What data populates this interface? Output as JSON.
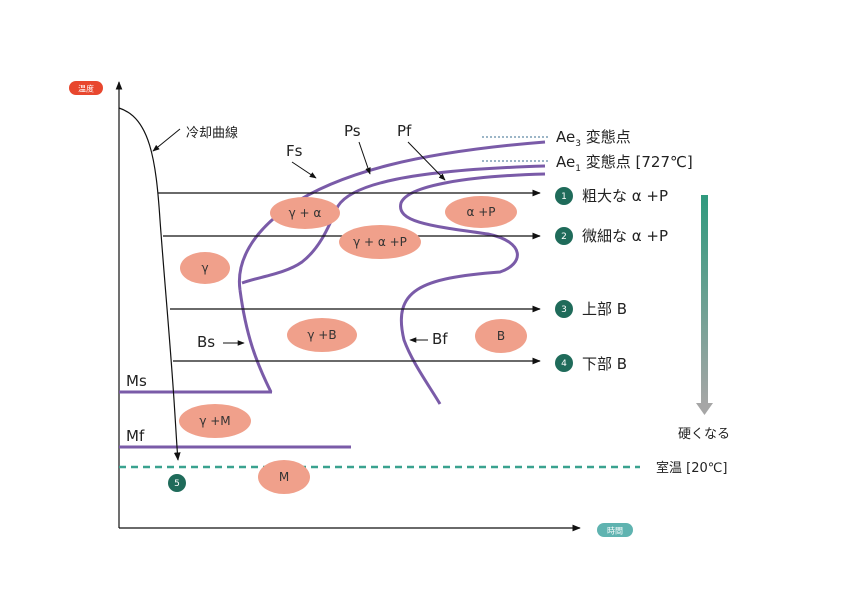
{
  "axes": {
    "y_badge": "温度",
    "x_badge": "時間"
  },
  "labels": {
    "cooling_curve": "冷却曲線",
    "fs": "Fs",
    "ps": "Ps",
    "pf": "Pf",
    "bs": "Bs",
    "bf": "Bf",
    "ms": "Ms",
    "mf": "Mf",
    "ae3_main": "Ae",
    "ae3_sub": "3",
    "ae3_tail": " 変態点",
    "ae1_main": "Ae",
    "ae1_sub": "1",
    "ae1_tail": " 変態点 [727℃]",
    "room_temp": "室温 [20℃]",
    "harder": "硬くなる"
  },
  "phases": {
    "gamma": "γ",
    "gamma_alpha": "γ + α",
    "alpha_p": "α +P",
    "gamma_alpha_p": "γ + α +P",
    "gamma_b": "γ +B",
    "b": "B",
    "gamma_m": "γ +M",
    "m": "M"
  },
  "results": [
    {
      "num": "1",
      "text": "粗大な α +P"
    },
    {
      "num": "2",
      "text": "微細な α +P"
    },
    {
      "num": "3",
      "text": "上部 B"
    },
    {
      "num": "4",
      "text": "下部 B"
    },
    {
      "num": "5",
      "text": ""
    }
  ],
  "colors": {
    "curve": "#7a5ba8",
    "badge_red": "#e8472e",
    "badge_teal": "#5fb3b0",
    "ellipse": "#f0a08b",
    "dark_teal": "#1f6b5a",
    "dashed_teal": "#3aa28f",
    "dotted_blue": "#3a6e8f"
  }
}
